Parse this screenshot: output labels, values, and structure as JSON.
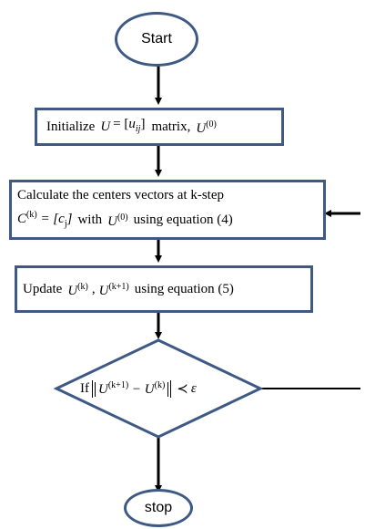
{
  "diagram": {
    "start": "Start",
    "stop": "stop",
    "init": {
      "prefix": "Initialize",
      "matrix_word": "matrix,"
    },
    "calc": {
      "line1": "Calculate the centers vectors at k-step",
      "with_word": "with",
      "using": "using equation (4)"
    },
    "update": {
      "prefix": "Update",
      "using": "using equation (5)"
    },
    "decision": {
      "prefix": "If",
      "epsilon": "ε"
    },
    "colors": {
      "border": "#3e5a84",
      "arrow": "#000000"
    }
  }
}
